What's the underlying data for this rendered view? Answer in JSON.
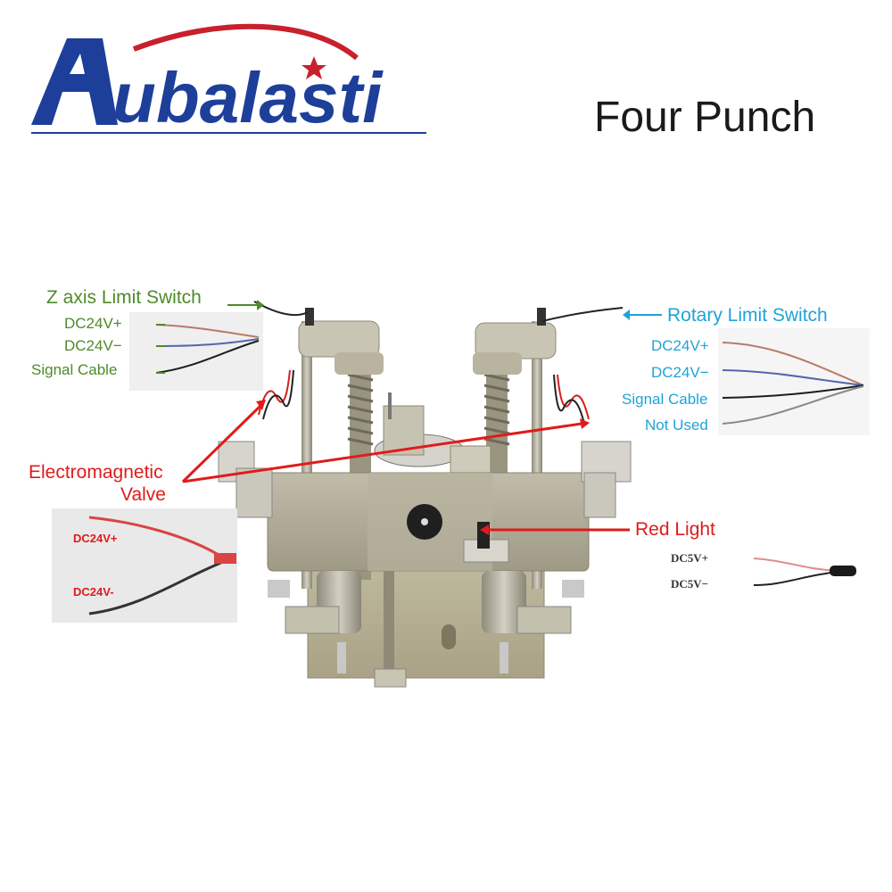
{
  "brand": {
    "logo_text": "Aubalasti"
  },
  "title": "Four Punch",
  "z_axis": {
    "heading": "Z axis Limit Switch",
    "wires": [
      "DC24V+",
      "DC24V−",
      "Signal Cable"
    ]
  },
  "rotary": {
    "heading": "Rotary Limit Switch",
    "wires": [
      "DC24V+",
      "DC24V−",
      "Signal Cable",
      "Not Used"
    ]
  },
  "valve": {
    "heading_line1": "Electromagnetic",
    "heading_line2": "Valve",
    "wires": [
      "DC24V+",
      "DC24V-"
    ]
  },
  "red_light": {
    "heading": "Red Light",
    "wires": [
      "DC5V+",
      "DC5V−"
    ]
  },
  "colors": {
    "green": "#4e8a2a",
    "blue": "#1fa3d8",
    "red": "#e01b1b",
    "logo_blue": "#1d3f9a",
    "logo_red": "#c8202c"
  }
}
